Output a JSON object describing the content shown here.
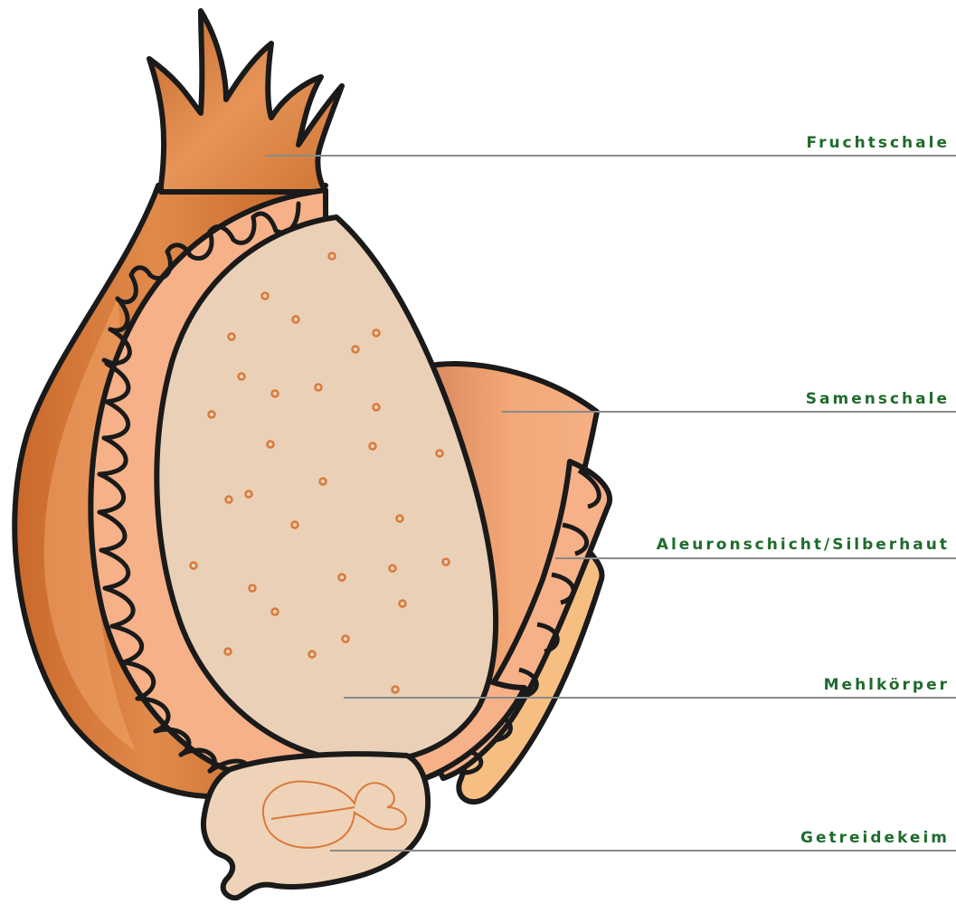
{
  "labels": {
    "fruchtschale": "Fruchtschale",
    "samenschale": "Samenschale",
    "aleuronschicht": "Aleuronschicht/Silberhaut",
    "mehlkoerper": "Mehlkörper",
    "getreidekeim": "Getreidekeim"
  },
  "colors": {
    "label_text": "#1f6b2c",
    "leader_line": "#8a8a8a",
    "fruit_shell_dark": "#c8672a",
    "fruit_shell_light": "#f0a06a",
    "seed_coat": "#f3a877",
    "aleurone_fill": "#f6b188",
    "endosperm": "#ead0b6",
    "endosperm_dots": "#d9793a",
    "germ": "#efd3b8",
    "side_layer": "#f7be82",
    "outline": "#1a1a1a"
  }
}
